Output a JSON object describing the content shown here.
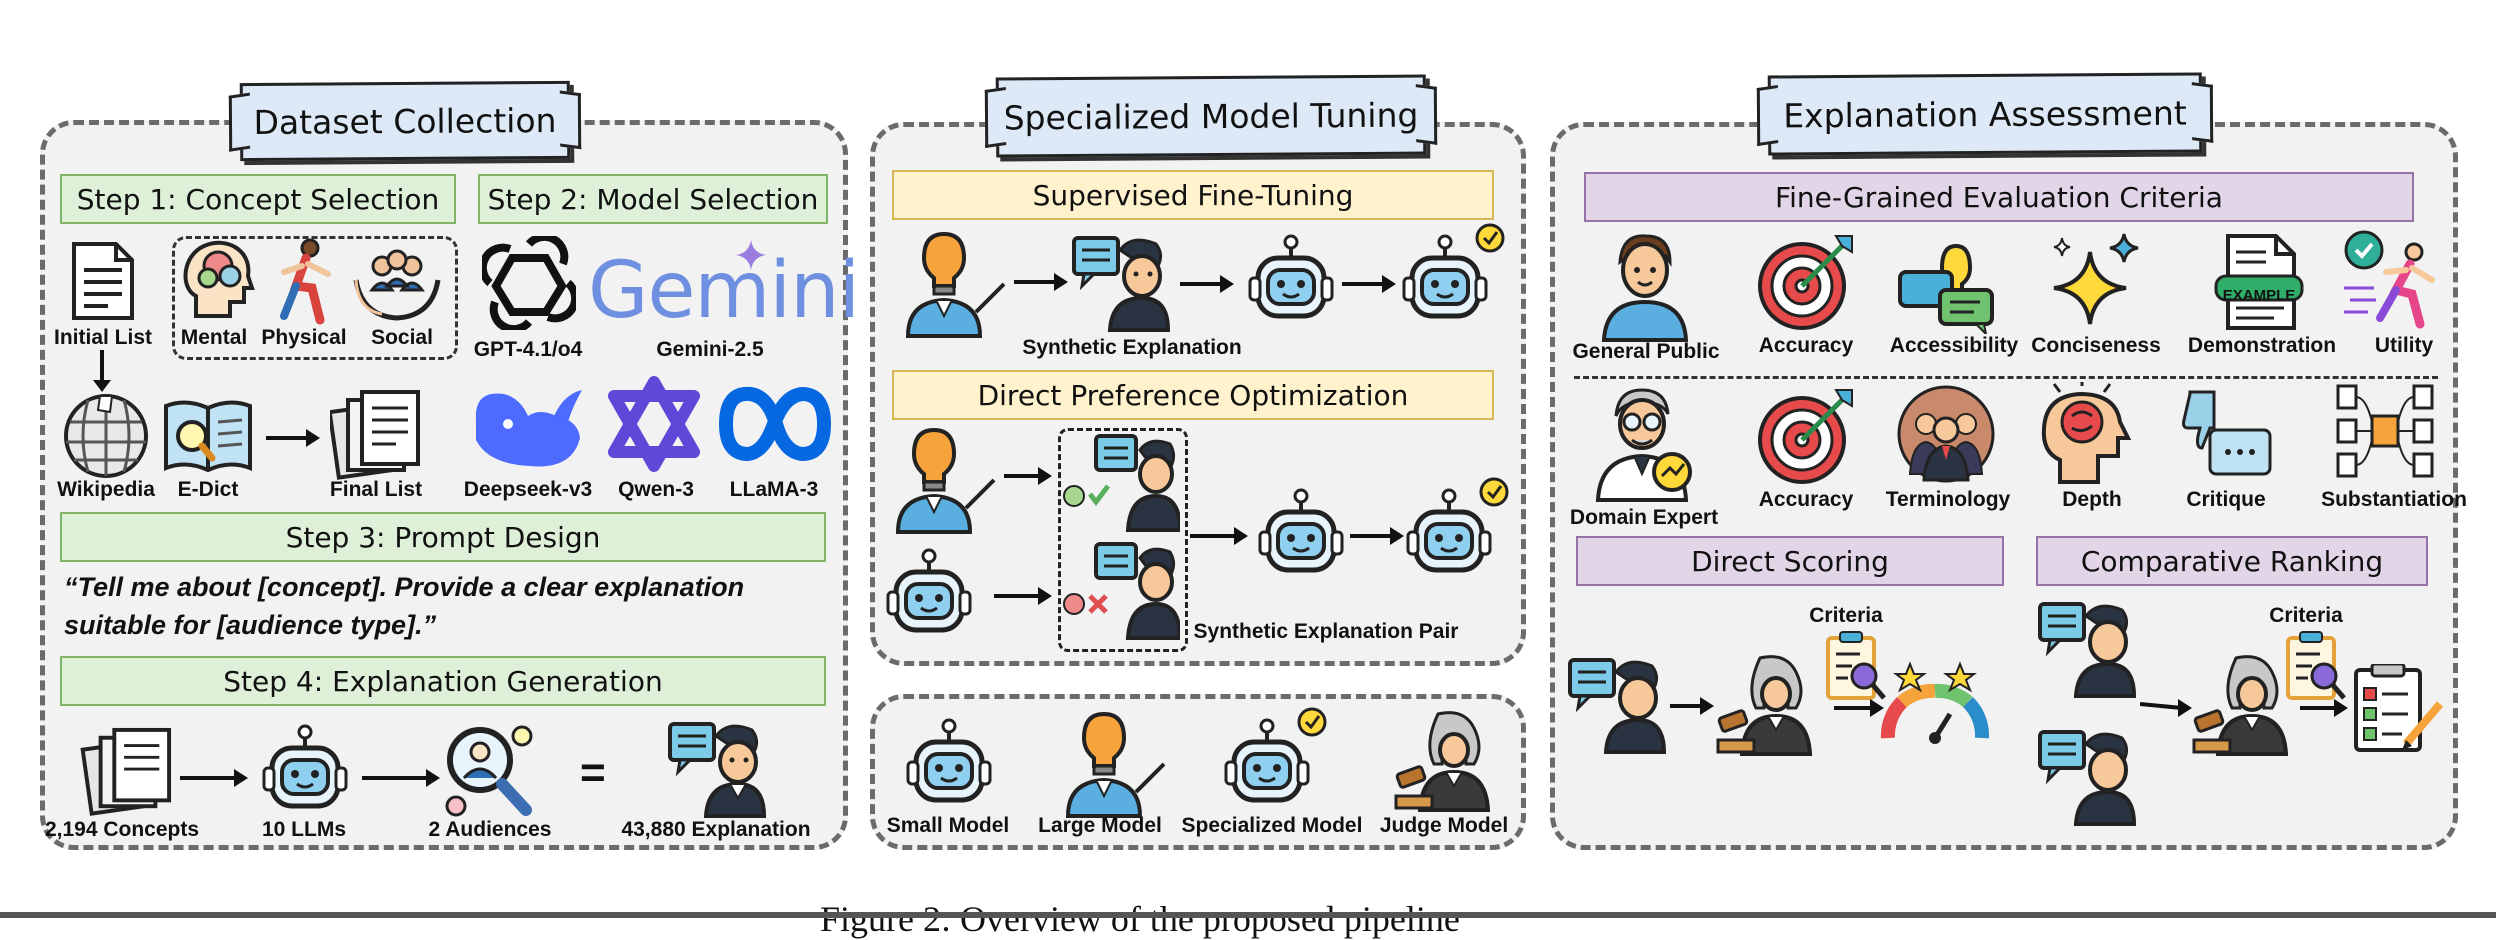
{
  "panels": {
    "dataset": {
      "title": "Dataset Collection",
      "step1": "Step 1: Concept Selection",
      "step2": "Step 2: Model Selection",
      "step3": "Step 3: Prompt Design",
      "step4": "Step 4: Explanation Generation",
      "labels": {
        "initial_list": "Initial List",
        "mental": "Mental",
        "physical": "Physical",
        "social": "Social",
        "wikipedia": "Wikipedia",
        "edict": "E-Dict",
        "final_list": "Final List",
        "gpt": "GPT-4.1/o4",
        "gemini": "Gemini-2.5",
        "deepseek": "Deepseek-v3",
        "qwen": "Qwen-3",
        "llama": "LLaMA-3",
        "concepts": "2,194 Concepts",
        "llms": "10 LLMs",
        "audiences": "2 Audiences",
        "explanations": "43,880 Explanation"
      },
      "gemini_logo": "Gemini",
      "prompt": "“Tell me about [concept]. Provide a clear explanation suitable for [audience type].”",
      "equals": "="
    },
    "tuning": {
      "title": "Specialized Model Tuning",
      "sft": "Supervised Fine-Tuning",
      "dpo": "Direct Preference Optimization",
      "synthetic_explanation": "Synthetic Explanation",
      "synthetic_pair": "Synthetic Explanation Pair",
      "small_model": "Small Model",
      "large_model": "Large Model",
      "specialized_model": "Specialized Model",
      "judge_model": "Judge Model"
    },
    "assessment": {
      "title": "Explanation Assessment",
      "criteria_header": "Fine-Grained Evaluation Criteria",
      "general_public": "General Public",
      "domain_expert": "Domain Expert",
      "general_criteria": [
        "Accuracy",
        "Accessibility",
        "Conciseness",
        "Demonstration",
        "Utility"
      ],
      "expert_criteria": [
        "Accuracy",
        "Terminology",
        "Depth",
        "Critique",
        "Substantiation"
      ],
      "example_badge": "EXAMPLE",
      "direct_scoring": "Direct Scoring",
      "comparative_ranking": "Comparative Ranking",
      "criteria_label": "Criteria"
    }
  },
  "caption": "Figure 2: Overview of the proposed pipeline",
  "colors": {
    "green_box": "#dff0d8",
    "yellow_box": "#fff2cc",
    "purple_box": "#e1d5e7",
    "banner": "#dde9f7",
    "robot": "#8fd0f0",
    "bulb": "#f5a33a"
  }
}
